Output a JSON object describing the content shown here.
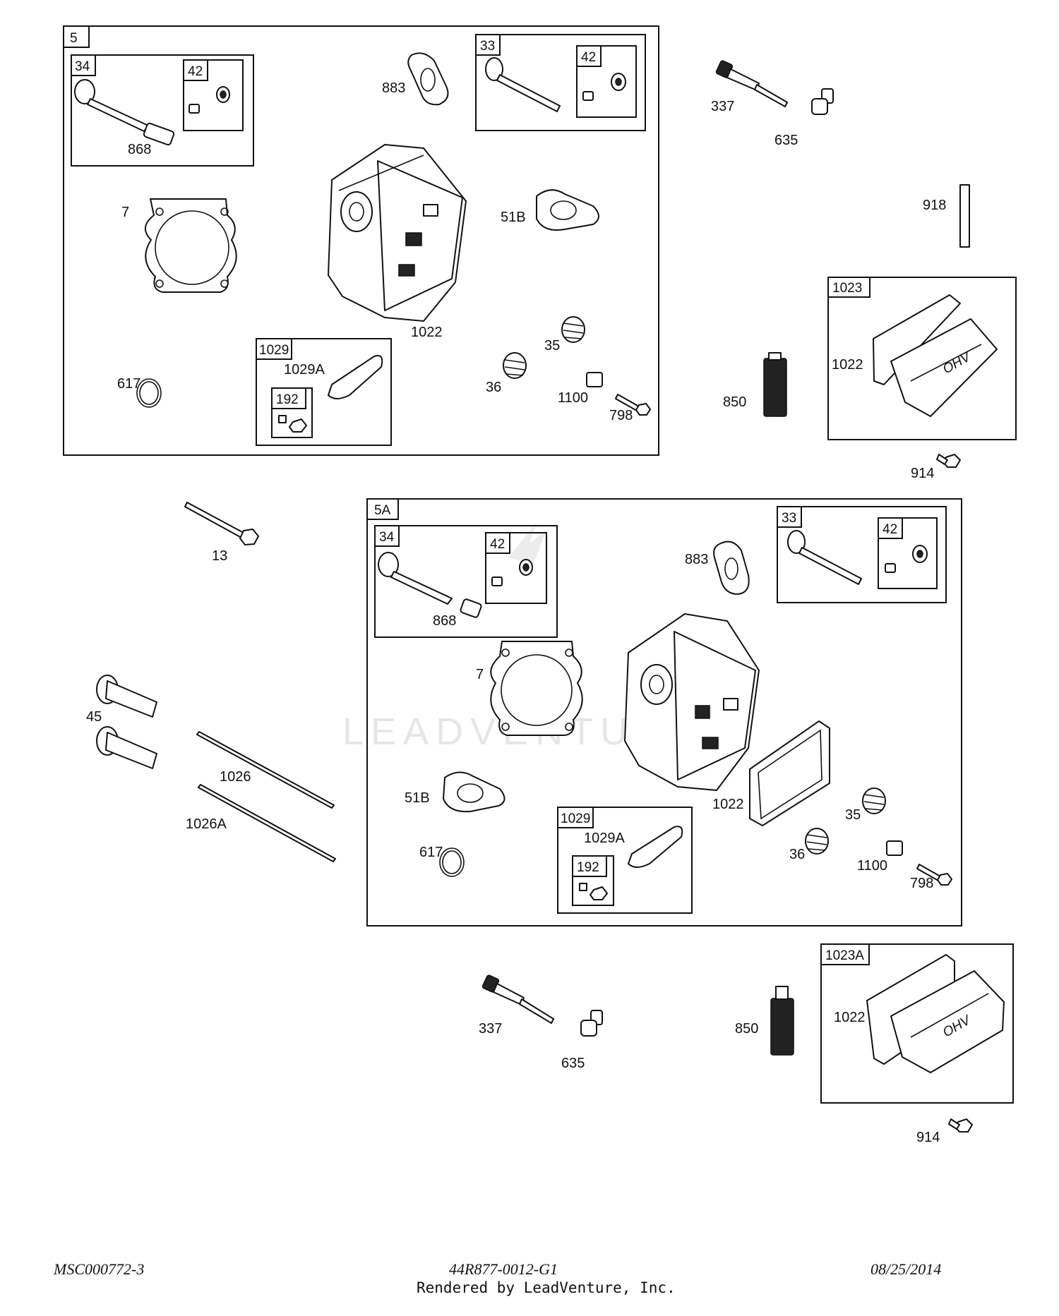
{
  "watermark": "LEADVENTURE",
  "assemblies": {
    "top": {
      "box": "5",
      "sub": [
        "34",
        "42",
        "33",
        "42",
        "1029",
        "192"
      ],
      "labels": [
        "868",
        "883",
        "7",
        "51B",
        "1022",
        "35",
        "36",
        "617",
        "1029A",
        "1100",
        "798"
      ]
    },
    "bottom": {
      "box": "5A",
      "sub": [
        "34",
        "42",
        "33",
        "42",
        "1029",
        "192"
      ],
      "labels": [
        "868",
        "883",
        "7",
        "51B",
        "1022",
        "35",
        "36",
        "617",
        "1029A",
        "1100",
        "798"
      ]
    }
  },
  "valve_cover_kits": {
    "upper": {
      "box": "1023",
      "gasket": "1022"
    },
    "lower": {
      "box": "1023A",
      "gasket": "1022"
    }
  },
  "loose_parts": {
    "spark_plug_top": "337",
    "boot_top": "635",
    "pin": "918",
    "sealant_top": "850",
    "screw_top": "914",
    "head_bolt": "13",
    "lifters": "45",
    "push_rod": "1026",
    "push_rod_a": "1026A",
    "spark_plug_bottom": "337",
    "boot_bottom": "635",
    "sealant_bottom": "850",
    "screw_bottom": "914"
  },
  "footer": {
    "left": "MSC000772-3",
    "center": "44R877-0012-G1",
    "right": "08/25/2014",
    "rendered": "Rendered by LeadVenture, Inc."
  }
}
